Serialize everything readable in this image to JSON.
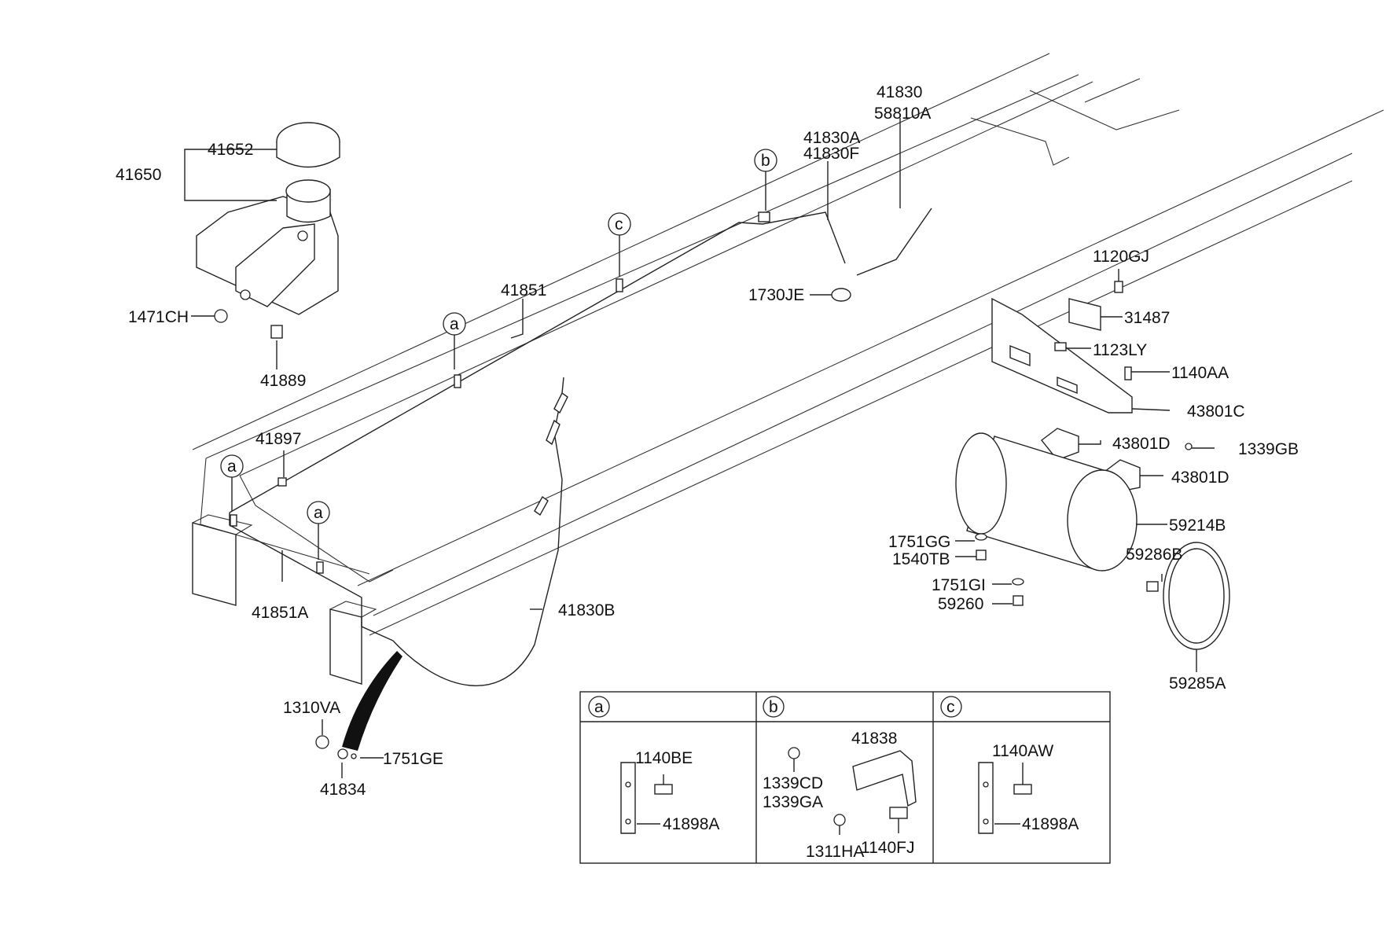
{
  "diagram": {
    "callouts": {
      "c41652": "41652",
      "c41650": "41650",
      "c1471CH": "1471CH",
      "c41889": "41889",
      "c41851": "41851",
      "c41897": "41897",
      "c41851A": "41851A",
      "c41830_58810A_a": "41830",
      "c41830_58810A_b": "58810A",
      "c41830A": "41830A",
      "c41830F": "41830F",
      "c1730JE": "1730JE",
      "c41830B": "41830B",
      "c1310VA": "1310VA",
      "c41834": "41834",
      "c1751GE": "1751GE",
      "c1120GJ": "1120GJ",
      "c31487": "31487",
      "c1123LY": "1123LY",
      "c1140AA": "1140AA",
      "c43801C": "43801C",
      "c43801D_1": "43801D",
      "c43801D_2": "43801D",
      "c1339GB": "1339GB",
      "c59214B": "59214B",
      "c1751GG": "1751GG",
      "c1540TB": "1540TB",
      "c59286B": "59286B",
      "c1751GI": "1751GI",
      "c59260": "59260",
      "c59285A": "59285A"
    },
    "markers": {
      "a1": "a",
      "a2": "a",
      "a3": "a",
      "b1": "b",
      "c1": "c"
    },
    "detail_table": {
      "headers": [
        "a",
        "b",
        "c"
      ],
      "panel_a": {
        "bolt": "1140BE",
        "clip": "41898A"
      },
      "panel_b": {
        "nut1": "1339CD",
        "nut1_alt": "1339GA",
        "bracket": "41838",
        "nut2": "1311HA",
        "bolt": "1140FJ"
      },
      "panel_c": {
        "bolt": "1140AW",
        "clip": "41898A"
      }
    }
  }
}
